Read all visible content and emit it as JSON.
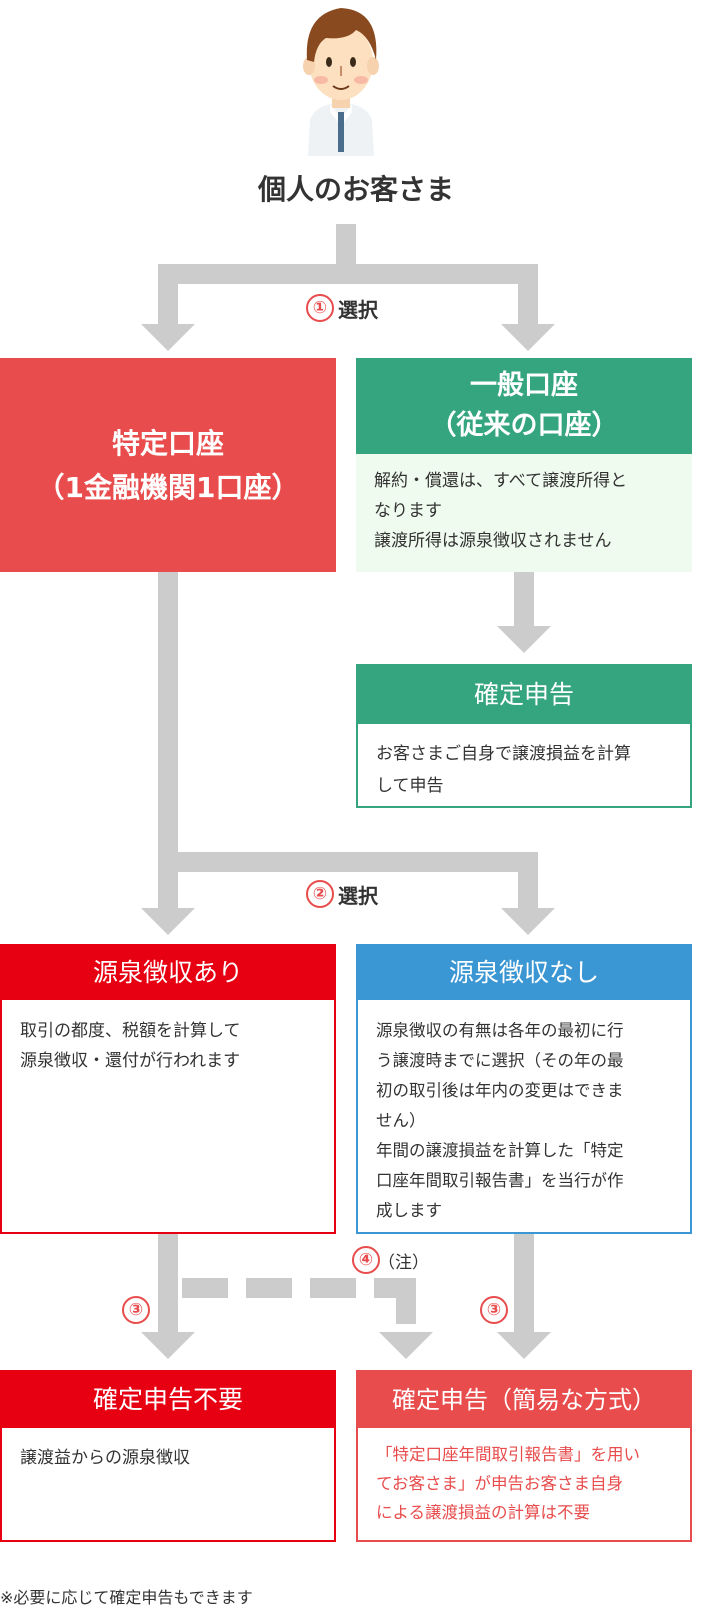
{
  "header": {
    "title": "個人のお客さま"
  },
  "step1": {
    "number": "①",
    "label": "選択"
  },
  "tokutei": {
    "title_line1": "特定口座",
    "title_line2": "（1金融機関1口座）",
    "color": "#e84c4c"
  },
  "ippan": {
    "title_line1": "一般口座",
    "title_line2": "（従来の口座）",
    "body": "解約・償還は、すべて譲渡所得と\nなります\n譲渡所得は源泉徴収されません",
    "color": "#34a57f",
    "body_bg": "#f0fbf0"
  },
  "kakutei_ippan": {
    "title": "確定申告",
    "body": "お客さまご自身で譲渡損益を計算\nして申告"
  },
  "step2": {
    "number": "②",
    "label": "選択"
  },
  "ari": {
    "title": "源泉徴収あり",
    "body": "取引の都度、税額を計算して\n源泉徴収・還付が行われます",
    "color": "#e60012"
  },
  "nashi": {
    "title": "源泉徴収なし",
    "body": "源泉徴収の有無は各年の最初に行\nう譲渡時までに選択（その年の最\n初の取引後は年内の変更はできま\nせん）\n年間の譲渡損益を計算した「特定\n口座年間取引報告書」を当行が作\n成します",
    "color": "#3b97d3"
  },
  "step3_left": {
    "number": "③"
  },
  "step3_right": {
    "number": "③"
  },
  "step4": {
    "number": "④",
    "label": "（注）"
  },
  "fuyou": {
    "title": "確定申告不要",
    "body": "譲渡益からの源泉徴収",
    "color": "#e60012"
  },
  "kani": {
    "title": "確定申告（簡易な方式）",
    "body": "「特定口座年間取引報告書」を用い\nてお客さま」が申告お客さま自身\nによる譲渡損益の計算は不要",
    "color": "#e84c4c"
  },
  "footnote": "※必要に応じて確定申告もできます"
}
